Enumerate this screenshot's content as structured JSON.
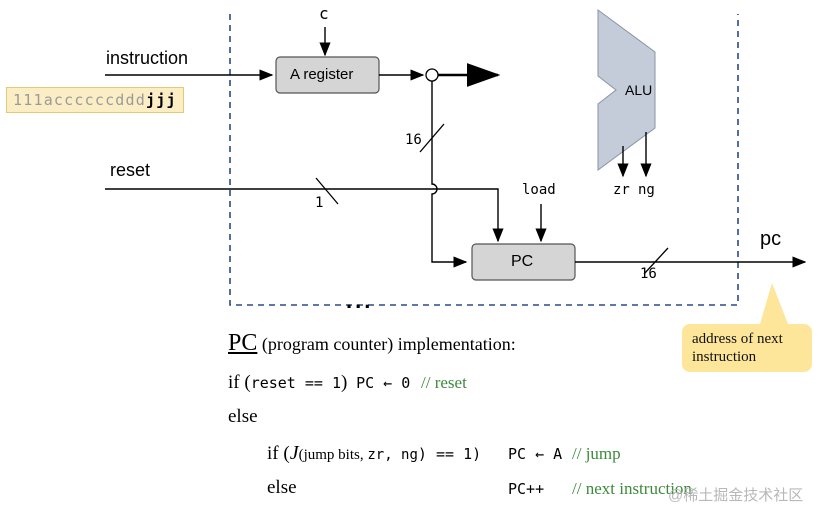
{
  "diagram": {
    "c_label": "c",
    "instruction_label": "instruction",
    "instruction_bits_dim": "111accccccddd",
    "instruction_bits_strong": "jjj",
    "a_register_label": "A register",
    "bus_width_a": "16",
    "alu_label": "ALU",
    "zr_label": "zr",
    "ng_label": "ng",
    "reset_label": "reset",
    "reset_width": "1",
    "load_label": "load",
    "pc_box_label": "PC",
    "pc_out_label": "pc",
    "pc_width": "16",
    "ellipsis": "...",
    "callout": {
      "line1": "address of next",
      "line2": "instruction"
    }
  },
  "pseudocode": {
    "title_pc": "PC",
    "title_rest": " (program counter) implementation:",
    "line1_if": "if (",
    "line1_cond": "reset == 1",
    "line1_close": ")",
    "line1_assign": "PC ← 0",
    "line1_comment": "// reset",
    "line2_else": "else",
    "line3_if": "if (",
    "line3_j": "J",
    "line3_args_open": "(jump bits, ",
    "line3_args_code": "zr, ng",
    "line3_close": ") == 1)",
    "line3_assign": "PC ← A",
    "line3_comment": "// jump",
    "line4_else": "else",
    "line4_assign": "PC++",
    "line4_comment": "// next instruction"
  },
  "watermark": "@稀土掘金技术社区"
}
